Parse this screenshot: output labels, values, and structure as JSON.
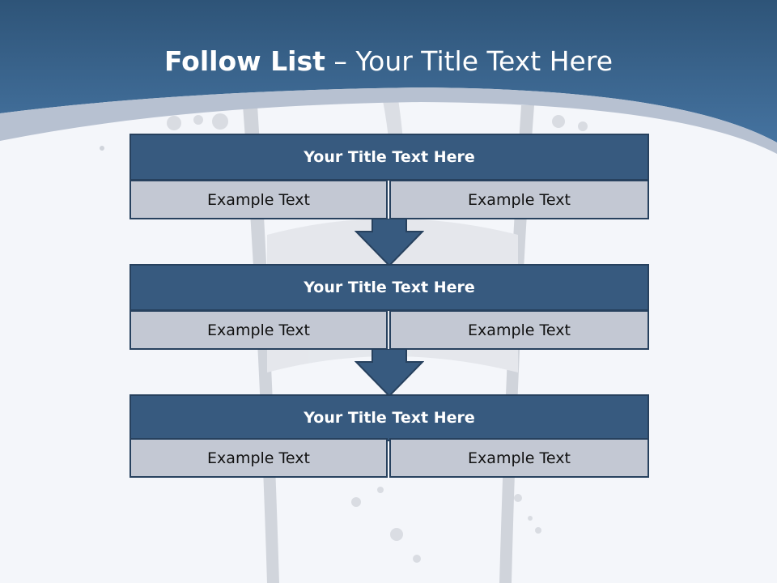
{
  "slide": {
    "title_lead": "Follow List",
    "title_separator": " – ",
    "title_rest": "Your Title Text Here"
  },
  "blocks": [
    {
      "title": "Your Title Text Here",
      "left_text": "Example Text",
      "right_text": "Example Text"
    },
    {
      "title": "Your Title Text Here",
      "left_text": "Example Text",
      "right_text": "Example Text"
    },
    {
      "title": "Your Title Text Here",
      "left_text": "Example Text",
      "right_text": "Example Text"
    }
  ],
  "colors": {
    "header_band": "#3b6791",
    "block_header": "#375a7f",
    "block_cell": "#c3c8d3",
    "border": "#27415e",
    "arrow": "#375a7f",
    "background": "#f4f6fa"
  },
  "decor": {
    "background_image": "water-glass-splash"
  }
}
